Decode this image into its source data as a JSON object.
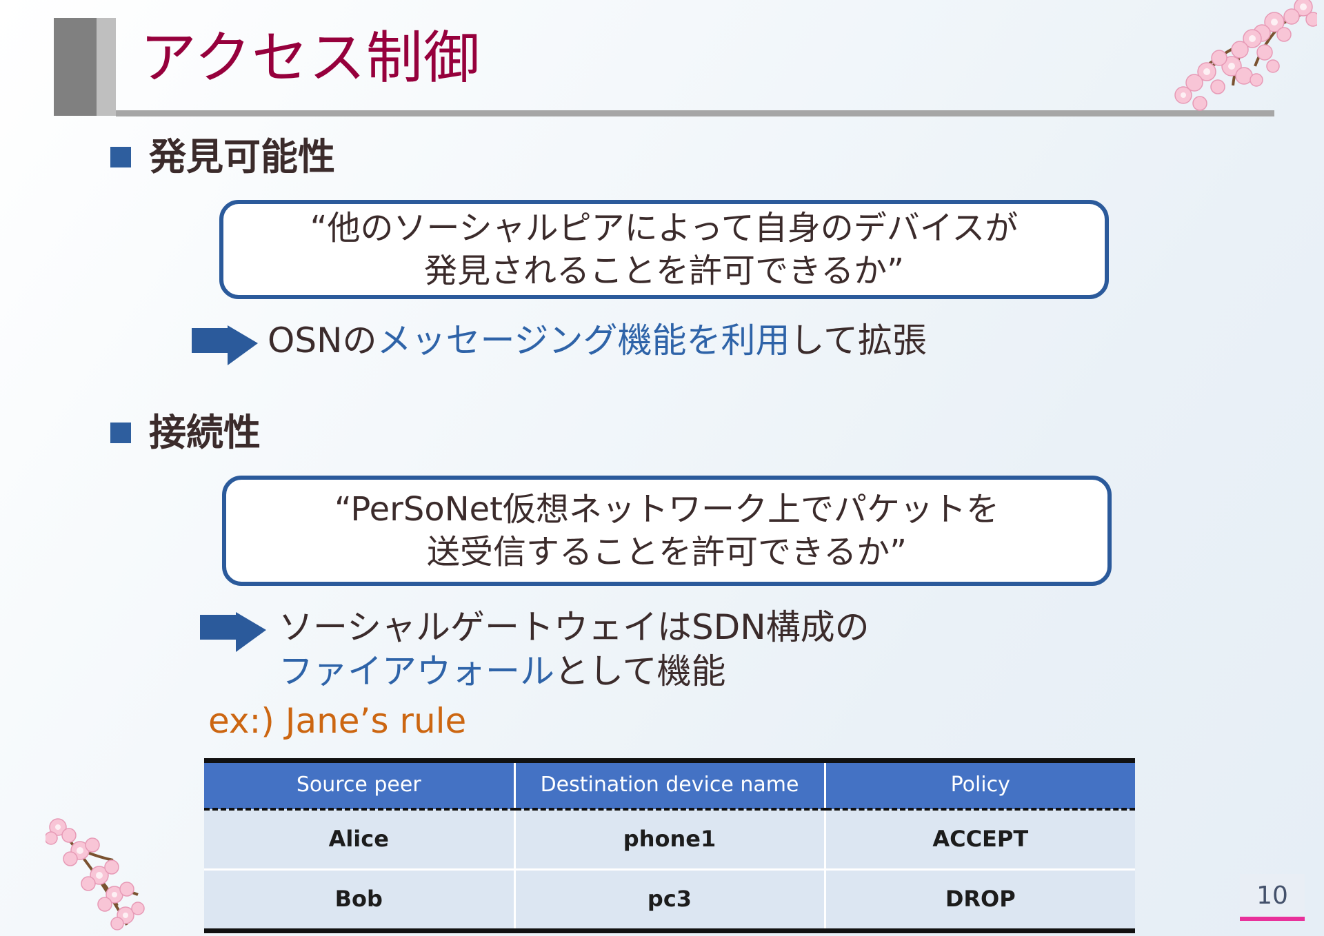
{
  "slide": {
    "title": "アクセス制御",
    "page_number": "10",
    "accent_colors": {
      "title_red": "#96003c",
      "bullet_blue": "#2e5e9e",
      "link_blue": "#2e63a8",
      "example_orange": "#cc6611",
      "table_header_blue": "#4472c4",
      "table_row_blue": "#dce6f2",
      "page_underline_magenta": "#e8309a"
    }
  },
  "sections": [
    {
      "bullet_label": "発見可能性",
      "quote": {
        "line1": "“他のソーシャルピアによって自身のデバイスが",
        "line2": "発見されることを許可できるか”"
      },
      "annotation": {
        "prefix": "OSNの",
        "highlight": "メッセージング機能を利用",
        "suffix": "して拡張"
      }
    },
    {
      "bullet_label": "接続性",
      "quote": {
        "line1": "“PerSoNet仮想ネットワーク上でパケットを",
        "line2": "送受信することを許可できるか”"
      },
      "annotation": {
        "line1": "ソーシャルゲートウェイはSDN構成の",
        "highlight": "ファイアウォール",
        "suffix": "として機能"
      }
    }
  ],
  "example": {
    "label": "ex:) Jane’s rule",
    "table": {
      "headers": [
        "Source peer",
        "Destination device name",
        "Policy"
      ],
      "rows": [
        [
          "Alice",
          "phone1",
          "ACCEPT"
        ],
        [
          "Bob",
          "pc3",
          "DROP"
        ]
      ]
    }
  },
  "icons": {
    "bullet": "square-bullet-icon",
    "arrow": "right-arrow-icon",
    "decoration": "cherry-blossom-icon"
  }
}
